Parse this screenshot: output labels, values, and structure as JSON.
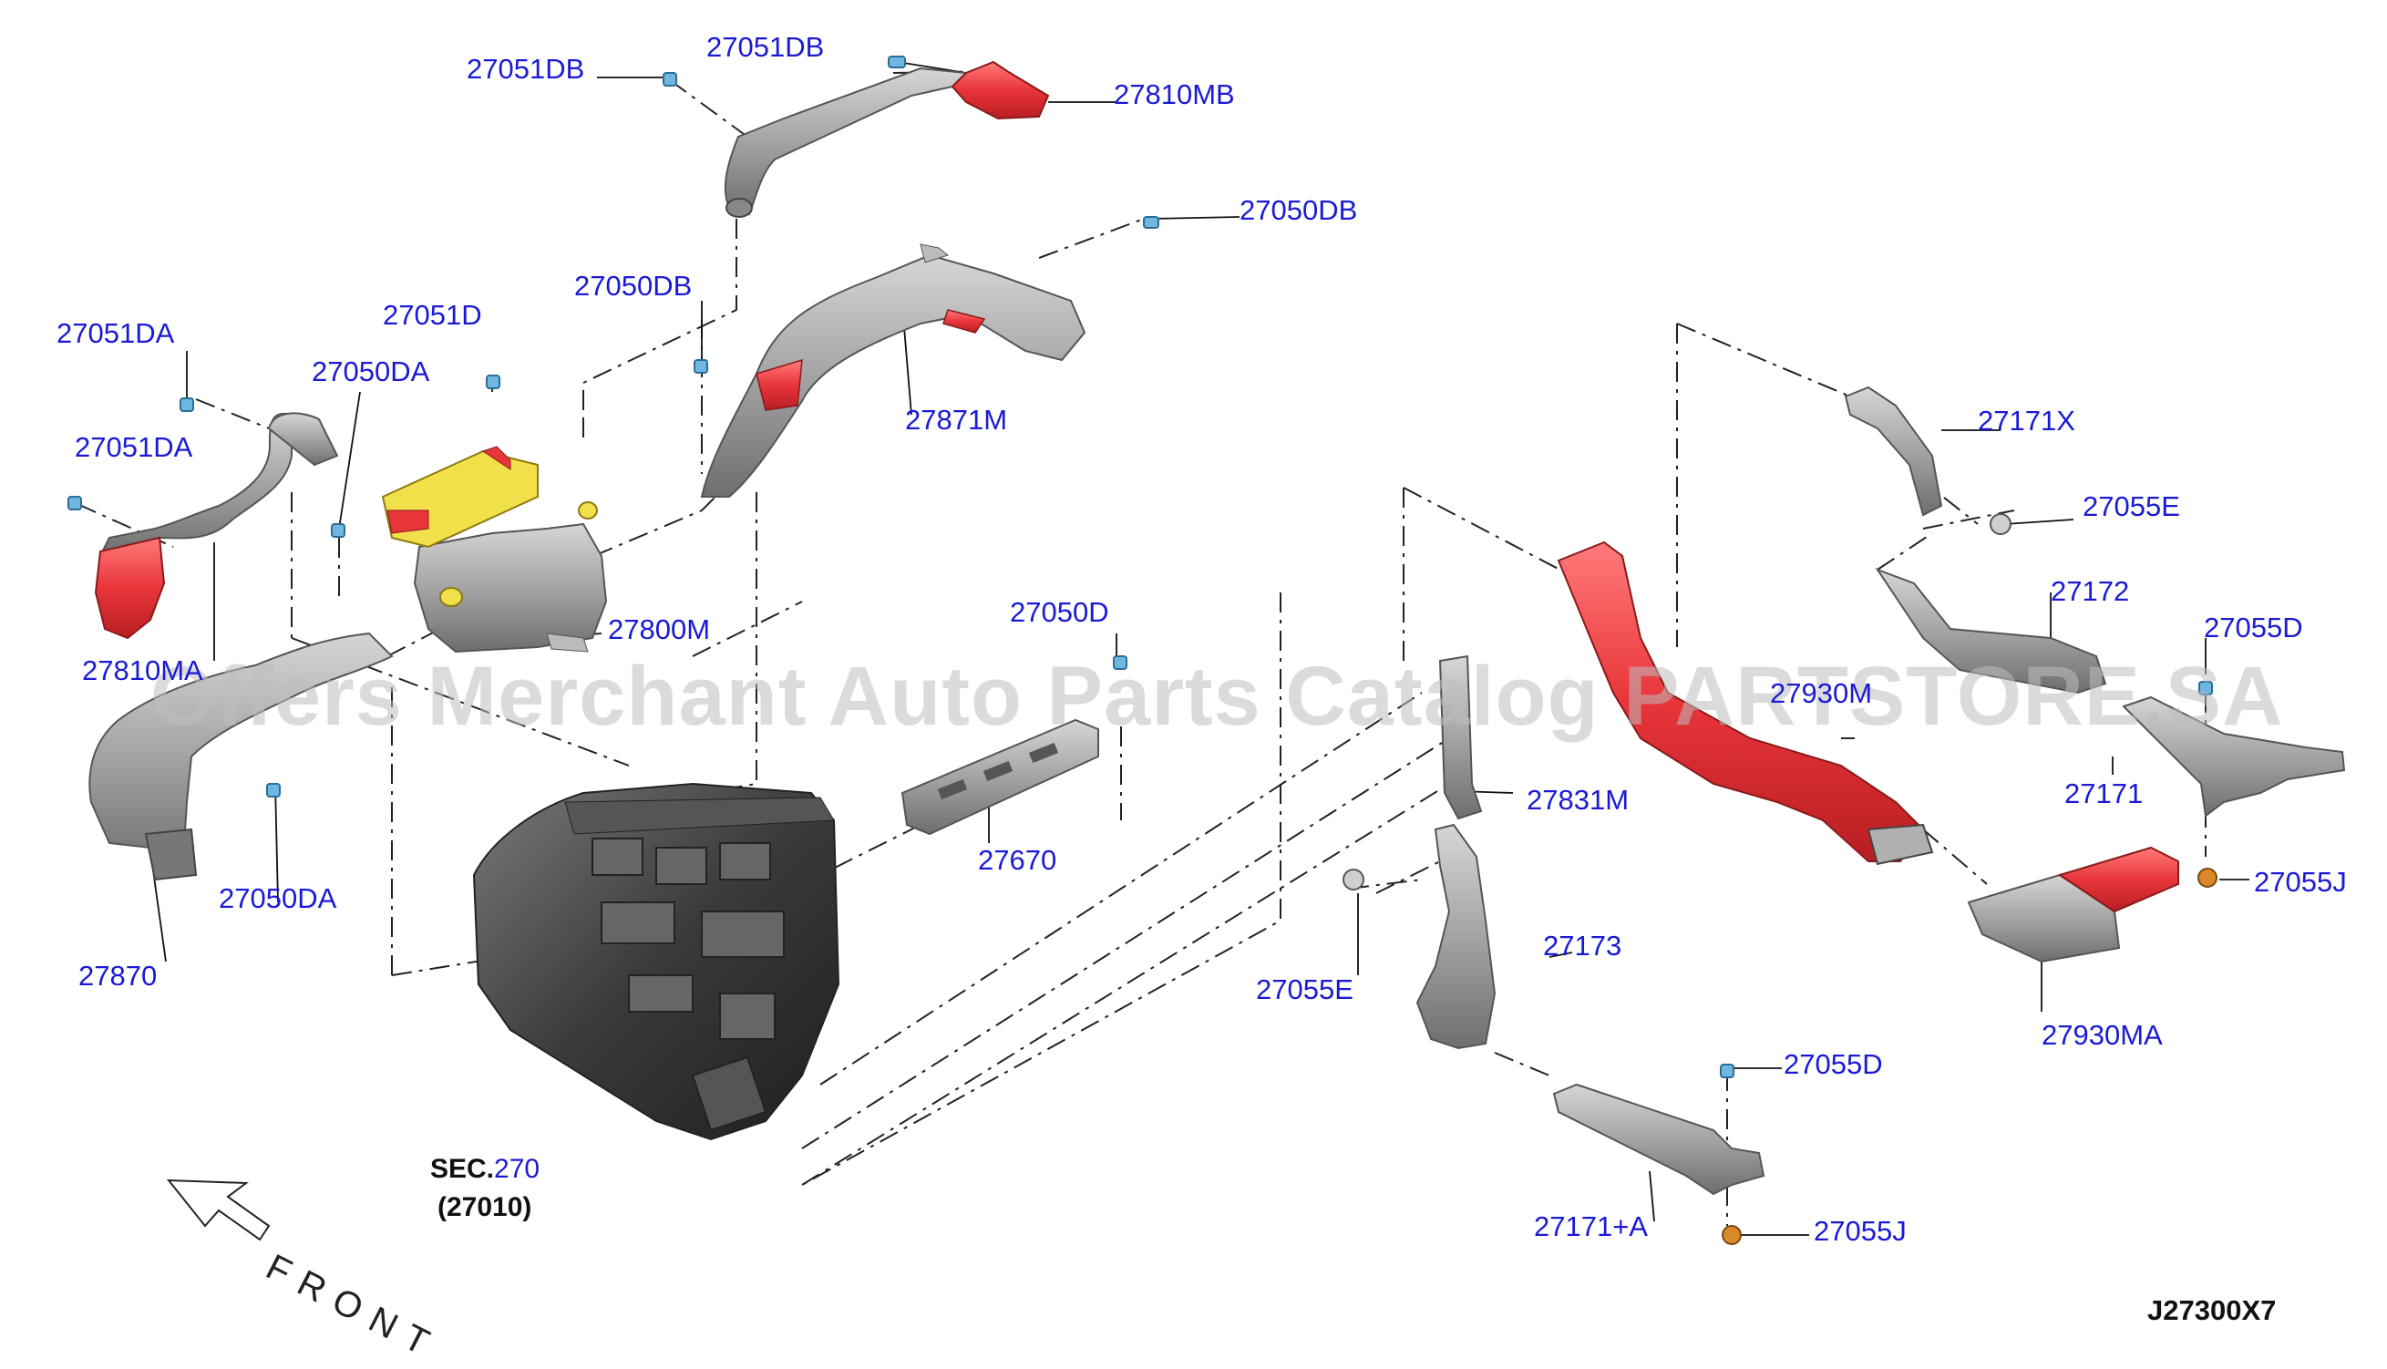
{
  "labels": {
    "p27051DB_a": "27051DB",
    "p27051DB_b": "27051DB",
    "p27810MB": "27810MB",
    "p27050DB_a": "27050DB",
    "p27050DB_b": "27050DB",
    "p27051DA_a": "27051DA",
    "p27051DA_b": "27051DA",
    "p27051D": "27051D",
    "p27050DA_a": "27050DA",
    "p27050DA_b": "27050DA",
    "p27871M": "27871M",
    "p27800M": "27800M",
    "p27810MA": "27810MA",
    "p27050D": "27050D",
    "p27870": "27870",
    "p27670": "27670",
    "p27171X": "27171X",
    "p27055E_a": "27055E",
    "p27055E_b": "27055E",
    "p27172": "27172",
    "p27055D_a": "27055D",
    "p27055D_b": "27055D",
    "p27930M": "27930M",
    "p27171": "27171",
    "p27831M": "27831M",
    "p27055J_a": "27055J",
    "p27055J_b": "27055J",
    "p27173": "27173",
    "p27930MA": "27930MA",
    "p27171A": "27171+A"
  },
  "sec": {
    "prefix": "SEC.",
    "number": "270",
    "part": "(27010)"
  },
  "front": "FRONT",
  "diagram_code": "J27300X7",
  "watermark": "Offers Merchant Auto Parts Catalog PARTSTORE.SA",
  "colors": {
    "label": "#1a1ad6",
    "highlight_red": "#e8353a",
    "highlight_yellow": "#f2e04a",
    "part_gray": "#9a9a9a",
    "part_dark": "#3a3a3a",
    "fastener_blue": "#6fb7e0"
  }
}
